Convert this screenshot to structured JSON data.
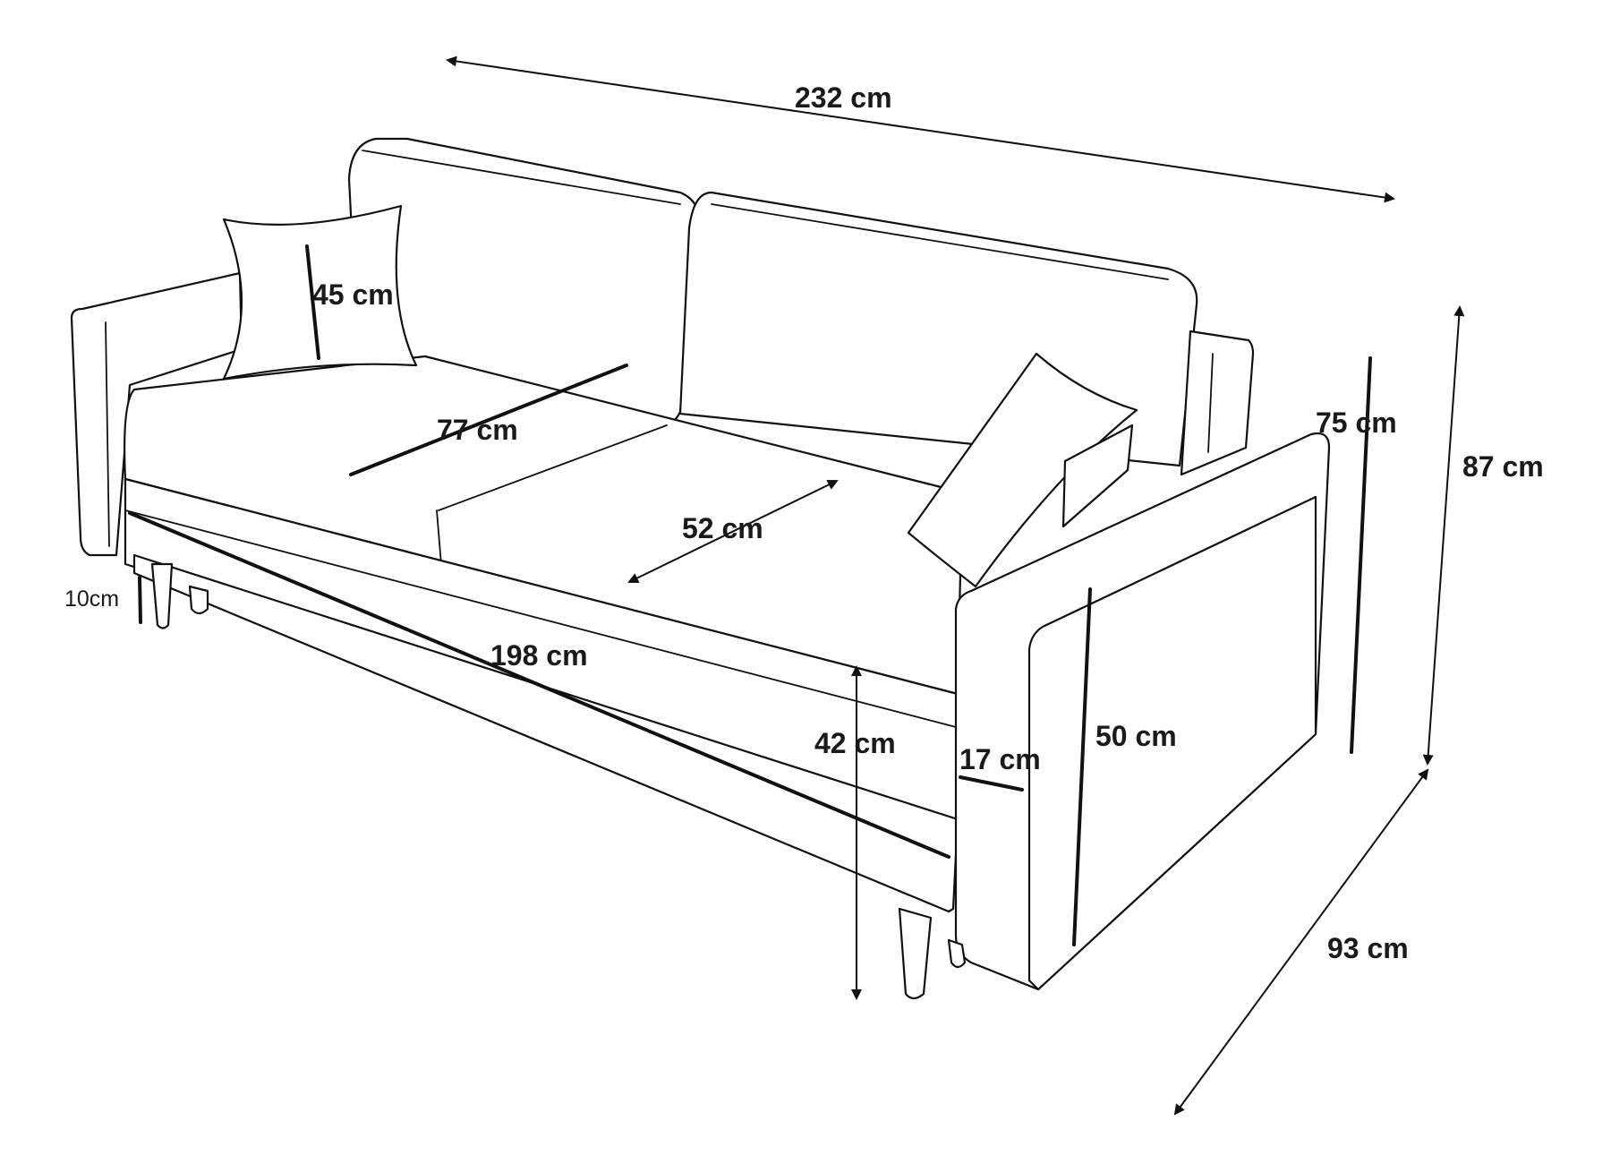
{
  "colors": {
    "line": "#111111",
    "background": "#ffffff",
    "text": "#1a1a1a"
  },
  "dimensions": {
    "overall_width": "232 cm",
    "overall_height": "87 cm",
    "backrest_height": "75 cm",
    "overall_depth": "93 cm",
    "pillow_size": "45 cm",
    "seat_cushion_width": "77 cm",
    "seat_depth": "52 cm",
    "seat_width": "198 cm",
    "seat_height": "42 cm",
    "armrest_width": "17 cm",
    "armrest_height": "50 cm",
    "leg_height": "10cm"
  }
}
